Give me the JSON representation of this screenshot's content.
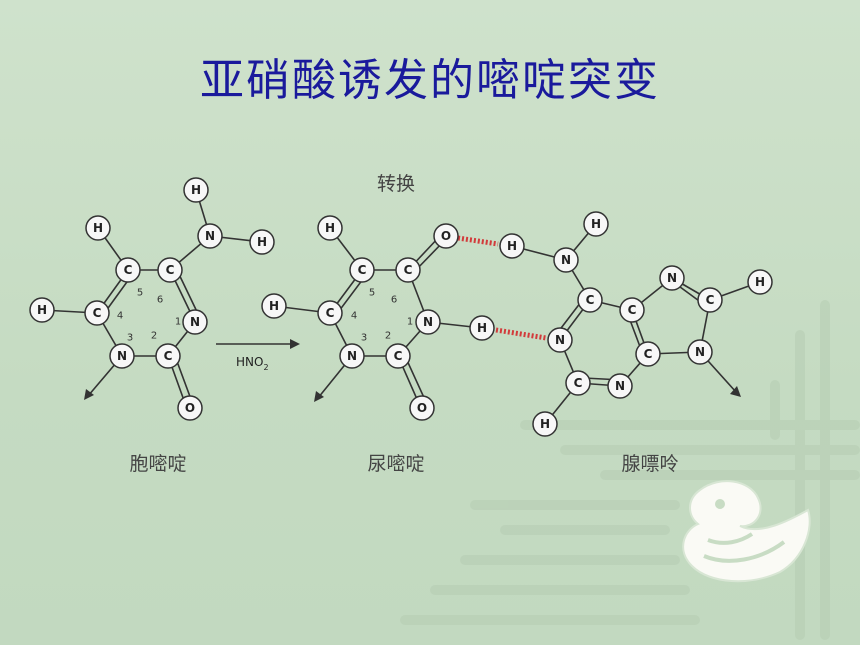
{
  "slide": {
    "title": "亚硝酸诱发的嘧啶突变",
    "background_color": "#c8dcc4",
    "title_color": "#1a1a9c"
  },
  "diagram": {
    "transform_label": "转换",
    "reagent": {
      "main": "HNO",
      "sub": "2"
    },
    "molecules": {
      "cytosine": {
        "label": "胞嘧啶"
      },
      "uracil": {
        "label": "尿嘧啶"
      },
      "adenine": {
        "label": "腺嘌呤"
      }
    },
    "atom_letters": {
      "carbon": "C",
      "nitrogen": "N",
      "oxygen": "O",
      "hydrogen": "H"
    },
    "ring_numbers": [
      "1",
      "2",
      "3",
      "4",
      "5",
      "6"
    ],
    "hbond_color": "#d23b3b"
  },
  "icons": [
    "dragon-emblem-icon"
  ]
}
